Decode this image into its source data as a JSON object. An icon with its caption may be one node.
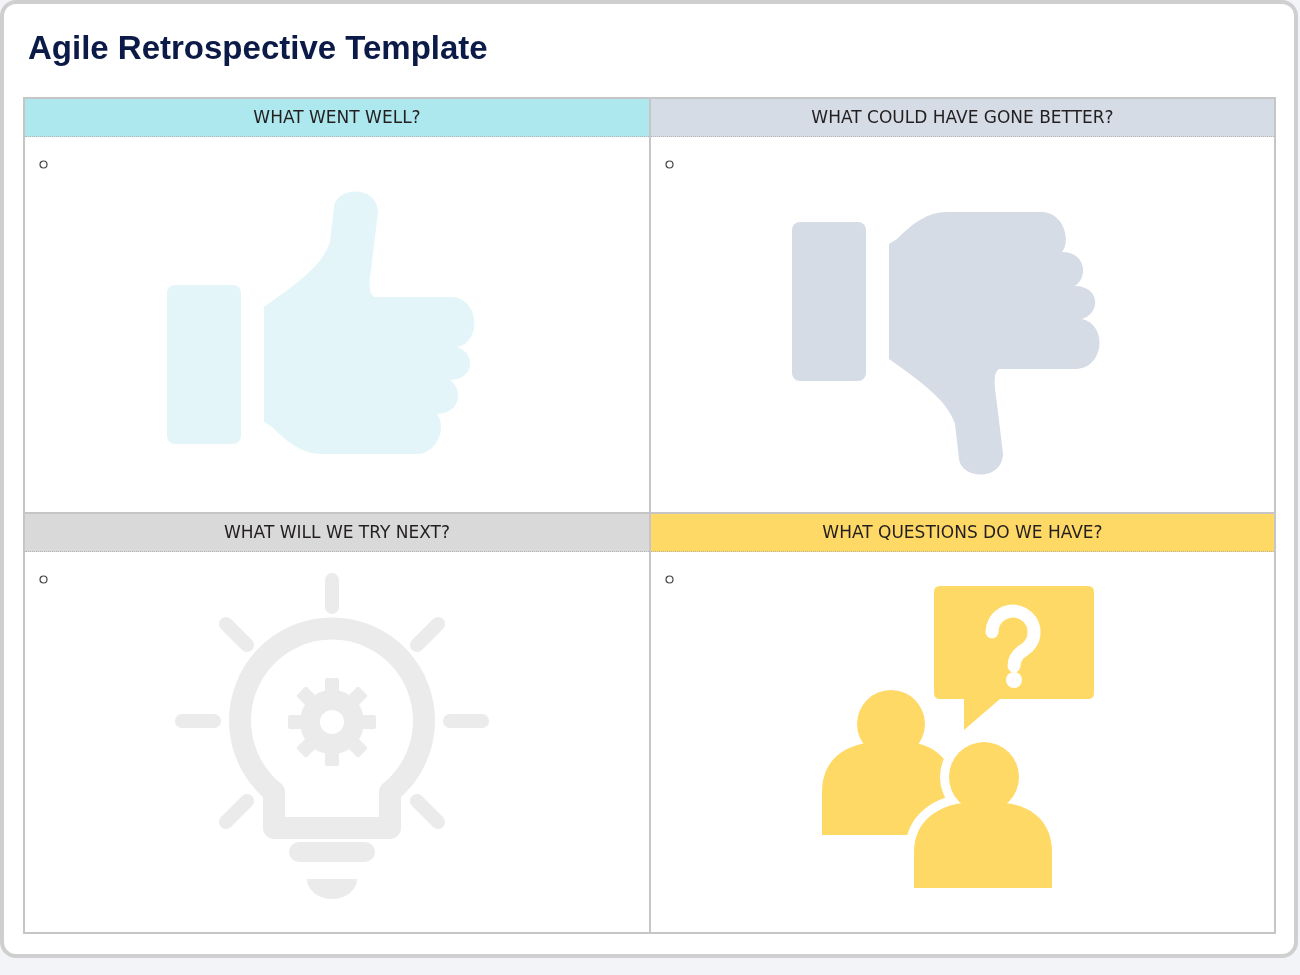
{
  "diagram": {
    "title": "Agile Retrospective Template",
    "nodes": [
      {
        "text": [
          "WHAT WENT WELL?"
        ]
      },
      {
        "text": [
          "WHAT COULD HAVE GONE BETTER?"
        ]
      },
      {
        "text": [
          "WHAT WILL WE TRY NEXT?"
        ]
      },
      {
        "text": [
          "WHAT QUESTIONS DO WE HAVE?"
        ]
      }
    ]
  }
}
